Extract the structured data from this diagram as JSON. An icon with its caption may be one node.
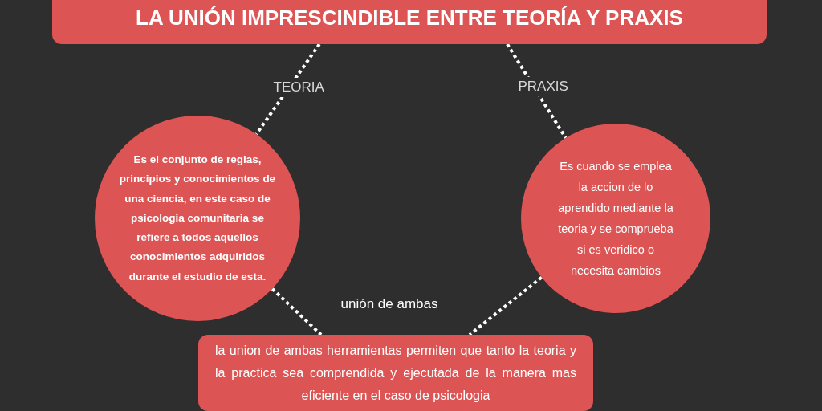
{
  "diagram": {
    "nodes": [
      {
        "text": [
          "LA UNIÓN IMPRESCINDIBLE ENTRE TEORÍA Y PRAXIS"
        ]
      },
      {
        "text": [
          "Es el conjunto de reglas, principios y conocimientos de una ciencia, en este caso de psicologia comunitaria se refiere a todos aquellos conocimientos adquiridos durante el estudio de esta."
        ]
      },
      {
        "text": [
          "Es cuando se emplea la accion de lo aprendido mediante la teoria y se comprueba si es veridico o necesita cambios"
        ]
      },
      {
        "text": [
          "la union de ambas herramientas permiten que tanto la teoria y la practica sea comprendida y ejecutada de la manera mas eficiente en el caso de psicologia"
        ],
        "beside": [
          "unión de ambas"
        ]
      }
    ],
    "edges": [
      {
        "from": 0,
        "to": 1,
        "arrow": "none",
        "label": "TEORIA"
      },
      {
        "from": 0,
        "to": 2,
        "arrow": "none",
        "label": "PRAXIS"
      },
      {
        "from": 1,
        "to": 3,
        "arrow": "none"
      },
      {
        "from": 2,
        "to": 3,
        "arrow": "none"
      }
    ]
  }
}
